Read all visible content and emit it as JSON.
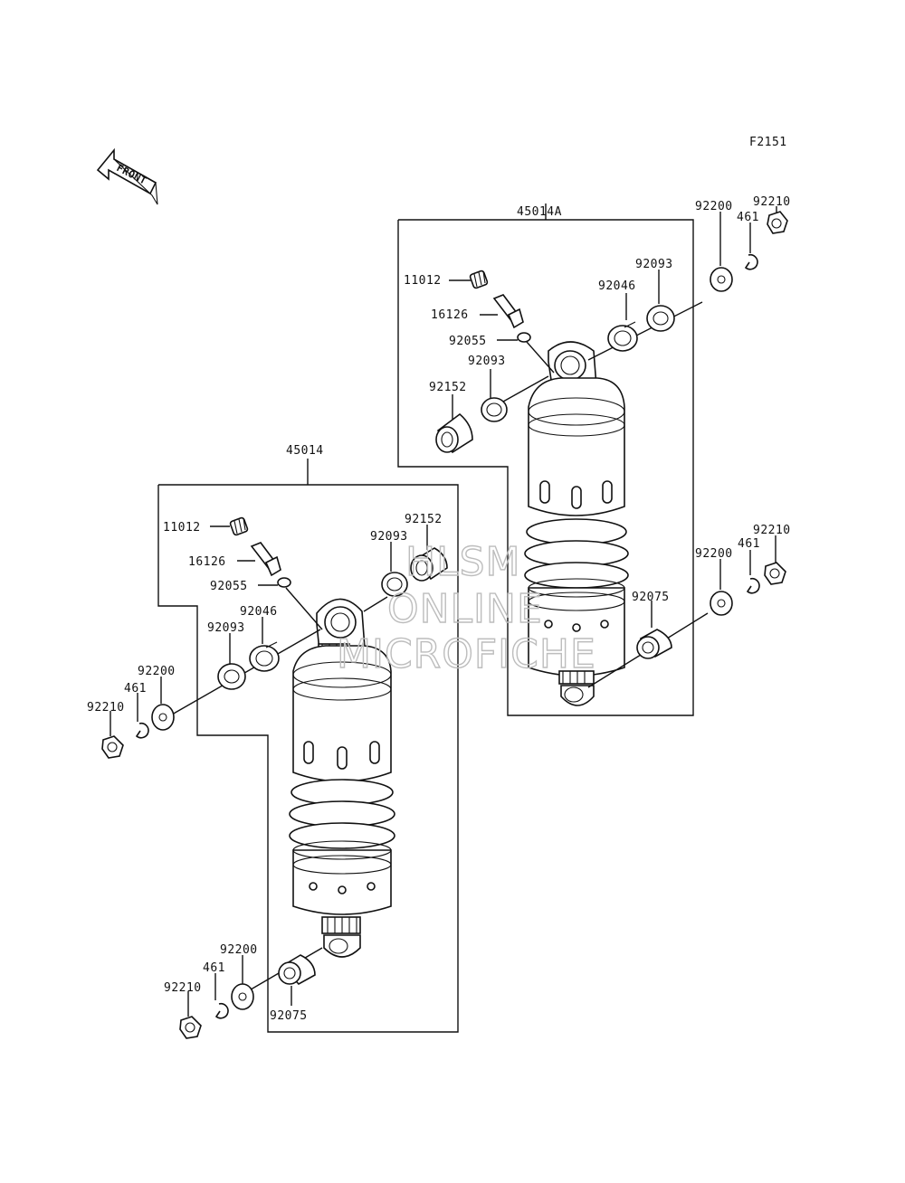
{
  "figure_code": "F2151",
  "front_marker": "FRONT",
  "watermark": [
    "HLSM",
    "ONLINE",
    "MICROFICHE"
  ],
  "assemblies": {
    "right": {
      "code": "45014A",
      "labels": {
        "p11012": "11012",
        "p16126": "16126",
        "p92055": "92055",
        "p92093_top": "92093",
        "p92152": "92152",
        "p92046": "92046",
        "p92093_eye": "92093",
        "p92200_top": "92200",
        "p461_top": "461",
        "p92210_top": "92210",
        "p92200_bot": "92200",
        "p461_bot": "461",
        "p92210_bot": "92210",
        "p92075": "92075"
      }
    },
    "left": {
      "code": "45014",
      "labels": {
        "p11012": "11012",
        "p16126": "16126",
        "p92055": "92055",
        "p92046": "92046",
        "p92093_eye": "92093",
        "p92093_top": "92093",
        "p92152": "92152",
        "p92200_top": "92200",
        "p461_top": "461",
        "p92210_top": "92210",
        "p92200_bot": "92200",
        "p461_bot": "461",
        "p92210_bot": "92210",
        "p92075": "92075"
      }
    }
  }
}
